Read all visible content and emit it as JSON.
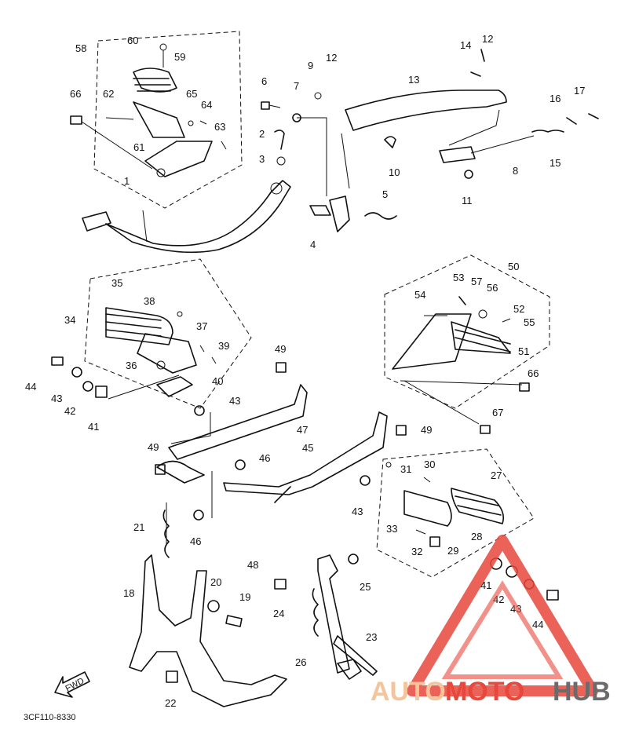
{
  "diagram": {
    "code": "3CF110-8330",
    "fwd_label": "FWD",
    "callouts": [
      "1",
      "2",
      "3",
      "4",
      "5",
      "6",
      "7",
      "8",
      "9",
      "10",
      "11",
      "12",
      "12",
      "13",
      "14",
      "15",
      "16",
      "17",
      "18",
      "19",
      "20",
      "21",
      "22",
      "23",
      "24",
      "25",
      "26",
      "27",
      "28",
      "29",
      "30",
      "31",
      "32",
      "33",
      "34",
      "35",
      "36",
      "37",
      "38",
      "39",
      "40",
      "41",
      "41",
      "42",
      "42",
      "43",
      "43",
      "43",
      "43",
      "44",
      "44",
      "45",
      "46",
      "46",
      "47",
      "48",
      "49",
      "49",
      "50",
      "51",
      "52",
      "53",
      "54",
      "55",
      "56",
      "57",
      "58",
      "59",
      "60",
      "61",
      "62",
      "63",
      "64",
      "65",
      "66",
      "66",
      "67"
    ]
  },
  "watermark": {
    "part1": "AUTO",
    "part2": "MOTO",
    "part3": "HUB",
    "colors": {
      "auto": "#f4c49a",
      "moto": "#e8473c",
      "hub": "#6b6b6b",
      "triangle": "#e8473c"
    }
  }
}
